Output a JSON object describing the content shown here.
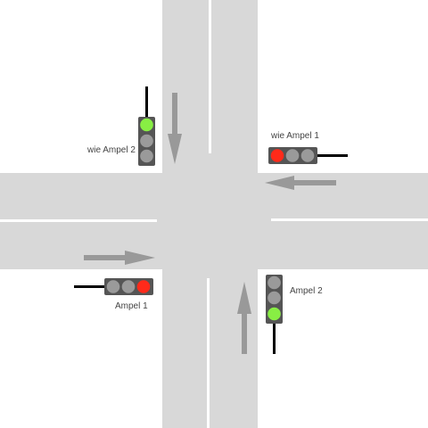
{
  "colors": {
    "background": "#ffffff",
    "road": "#d8d8d8",
    "lane_marking": "#ffffff",
    "arrow": "#999999",
    "signal_housing": "#555555",
    "lamp_off": "#9a9a9a",
    "lamp_red": "#ff2a1a",
    "lamp_green": "#88ee44",
    "pole": "#000000",
    "label_text": "#444444"
  },
  "signals": [
    {
      "id": "west-approach",
      "label": "Ampel 1",
      "lamps": [
        "off",
        "off",
        "red"
      ],
      "state": "red"
    },
    {
      "id": "south-approach",
      "label": "Ampel 2",
      "lamps": [
        "off",
        "off",
        "green"
      ],
      "state": "green"
    },
    {
      "id": "north-approach",
      "label": "wie Ampel 2",
      "lamps": [
        "green",
        "off",
        "off"
      ],
      "state": "green"
    },
    {
      "id": "east-approach",
      "label": "wie Ampel 1",
      "lamps": [
        "red",
        "off",
        "off"
      ],
      "state": "red"
    }
  ],
  "arrows": [
    {
      "id": "north-arrow",
      "direction": "down"
    },
    {
      "id": "east-arrow",
      "direction": "left"
    },
    {
      "id": "west-arrow",
      "direction": "right"
    },
    {
      "id": "south-arrow",
      "direction": "up"
    }
  ]
}
